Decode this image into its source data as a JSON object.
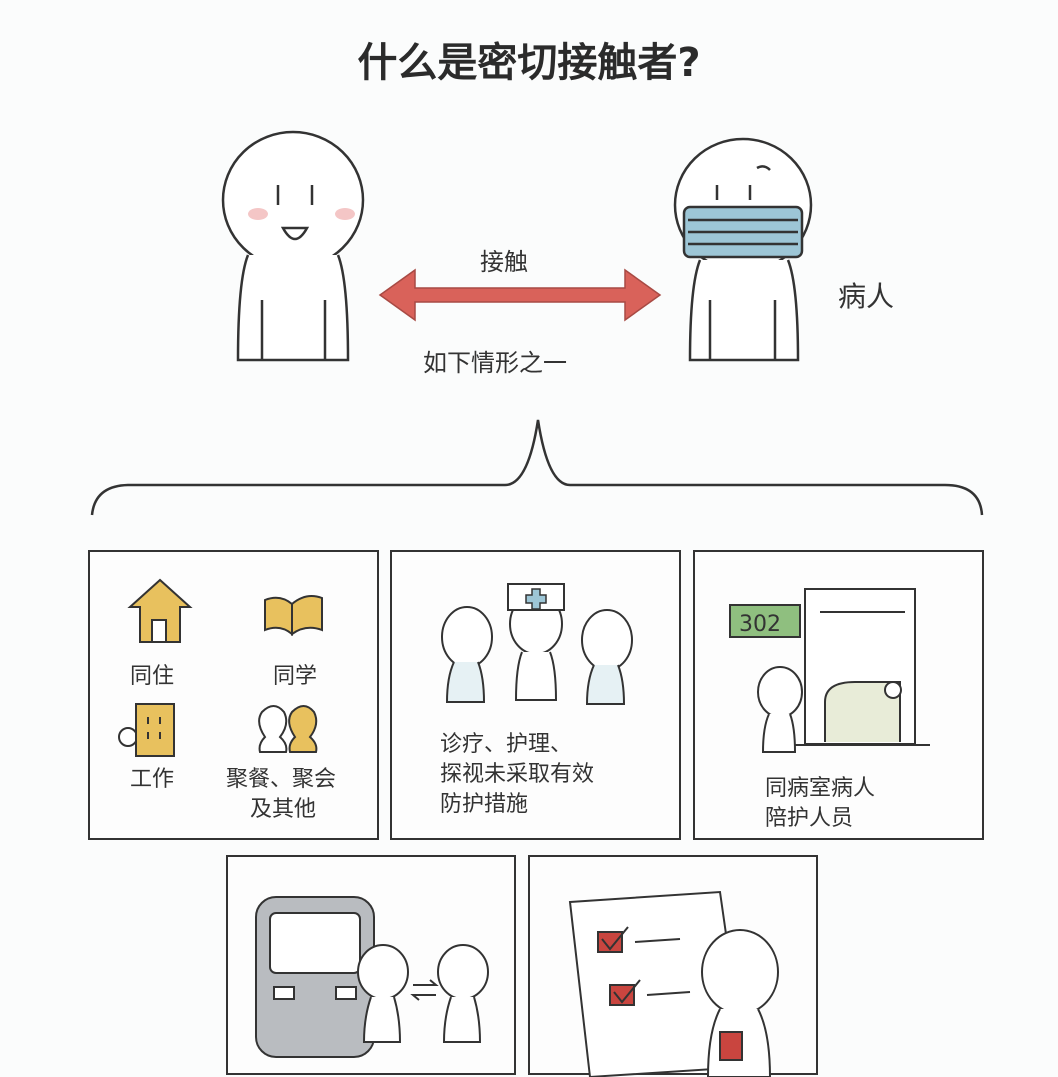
{
  "title": "什么是密切接触者?",
  "top": {
    "contact_label": "接触",
    "condition_label": "如下情形之一",
    "patient_label": "病人"
  },
  "cases": [
    {
      "items": [
        "同住",
        "同学",
        "工作"
      ],
      "gathering": [
        "聚餐、聚会",
        "及其他"
      ]
    },
    {
      "lines": [
        "诊疗、护理、",
        "探视未采取有效",
        "防护措施"
      ]
    },
    {
      "room_number": "302",
      "lines": [
        "同病室病人",
        "陪护人员"
      ]
    },
    {},
    {}
  ],
  "colors": {
    "arrow": "#d9625a",
    "icon_yellow": "#e8c15e",
    "room_sign": "#8fbf7f",
    "mask": "#9dc6d6",
    "check": "#c9453f"
  }
}
